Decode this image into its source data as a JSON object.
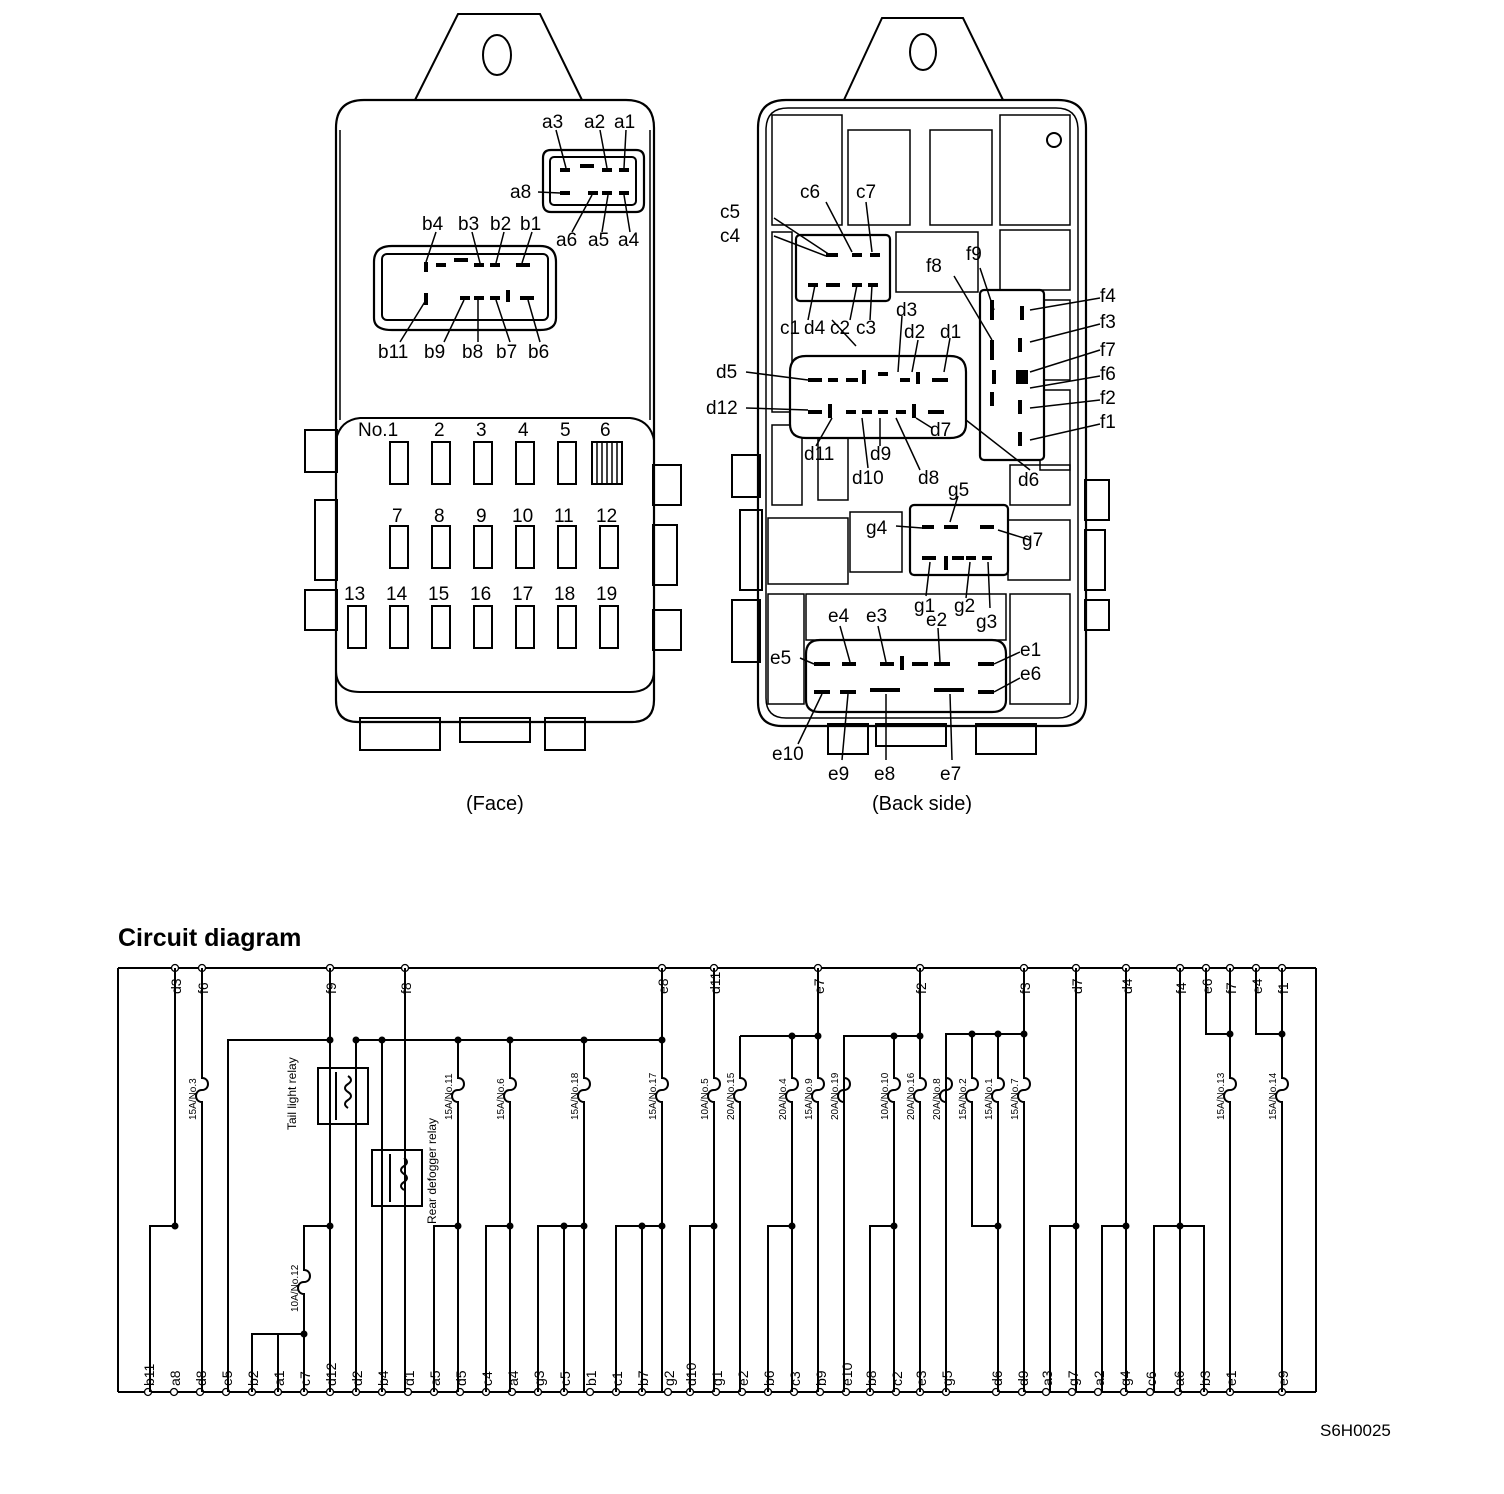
{
  "captions": {
    "face": "(Face)",
    "back": "(Back side)"
  },
  "circuit_title": "Circuit diagram",
  "figure_code": "S6H0025",
  "face_labels": {
    "connector_a": [
      "a3",
      "a2",
      "a1",
      "a8",
      "a6",
      "a5",
      "a4"
    ],
    "connector_b": [
      "b4",
      "b3",
      "b2",
      "b1",
      "b11",
      "b9",
      "b8",
      "b7",
      "b6"
    ],
    "fuses": [
      "No.1",
      "2",
      "3",
      "4",
      "5",
      "6",
      "7",
      "8",
      "9",
      "10",
      "11",
      "12",
      "13",
      "14",
      "15",
      "16",
      "17",
      "18",
      "19"
    ]
  },
  "back_labels": {
    "c": [
      "c6",
      "c7",
      "c5",
      "c4",
      "c1",
      "d4",
      "c2",
      "c3"
    ],
    "f": [
      "f8",
      "f9",
      "f4",
      "f3",
      "f7",
      "f6",
      "f2",
      "f1"
    ],
    "d": [
      "d3",
      "d2",
      "d1",
      "d5",
      "d12",
      "d11",
      "d9",
      "d10",
      "d8",
      "d7",
      "d6"
    ],
    "g": [
      "g5",
      "g4",
      "g7",
      "g1",
      "g2",
      "g3"
    ],
    "e": [
      "e4",
      "e3",
      "e2",
      "e5",
      "e1",
      "e6",
      "e10",
      "e9",
      "e8",
      "e7"
    ]
  },
  "circuit": {
    "top_terminals": [
      "d3",
      "f6",
      "f9",
      "f8",
      "e8",
      "d11",
      "e7",
      "f2",
      "f3",
      "d7",
      "d4",
      "f4",
      "e6",
      "f7",
      "e4",
      "f1"
    ],
    "bottom_terminals": [
      "b11",
      "a8",
      "d8",
      "e5",
      "b2",
      "a1",
      "c7",
      "d12",
      "d2",
      "b4",
      "d1",
      "a5",
      "d5",
      "c4",
      "a4",
      "g3",
      "c5",
      "b1",
      "c1",
      "b7",
      "g2",
      "d10",
      "g1",
      "e2",
      "b6",
      "c3",
      "b9",
      "e10",
      "b8",
      "c2",
      "e3",
      "g5",
      "d6",
      "d9",
      "a3",
      "g7",
      "a2",
      "g4",
      "c6",
      "a6",
      "b3",
      "e1",
      "e9"
    ],
    "fuses": [
      "15A/No.3",
      "10A/No.12",
      "15A/No.11",
      "15A/No.6",
      "15A/No.18",
      "15A/No.17",
      "10A/No.5",
      "20A/No.15",
      "20A/No.4",
      "15A/No.9",
      "20A/No.19",
      "10A/No.10",
      "20A/No.16",
      "20A/No.8",
      "15A/No.2",
      "15A/No.1",
      "15A/No.7",
      "15A/No.13",
      "15A/No.14"
    ],
    "relays": [
      "Tail light relay",
      "Rear defogger relay"
    ]
  }
}
